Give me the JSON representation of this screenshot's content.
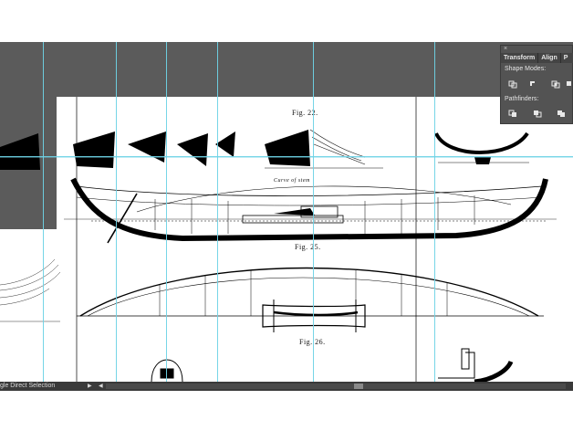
{
  "panel": {
    "close": "×",
    "tabs": [
      "Transform",
      "Align",
      "P"
    ],
    "shape_modes_label": "Shape Modes:",
    "pathfinders_label": "Pathfinders:"
  },
  "figures": {
    "fig22": "Fig. 22.",
    "fig25": "Fig. 25.",
    "fig26": "Fig. 26.",
    "annotation": "Curve   of   stem"
  },
  "status": {
    "tool": "gle Direct Selection",
    "menu_arrow": "▶",
    "scroll_left": "◀"
  },
  "colors": {
    "pasteboard": "#5b5b5b",
    "guides": "#6fd3e6",
    "panel": "#535353",
    "statusbar": "#3a3a3a"
  }
}
